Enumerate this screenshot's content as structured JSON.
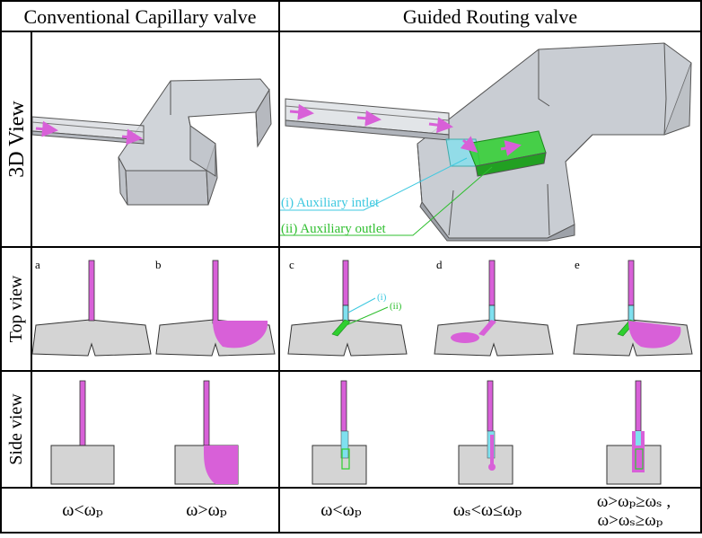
{
  "headers": {
    "left": "Conventional Capillary valve",
    "right": "Guided Routing valve"
  },
  "row_labels": {
    "view3d": "3D View",
    "top": "Top view",
    "side": "Side view"
  },
  "annotations": {
    "aux_inlet": "(i) Auxiliary intlet",
    "aux_outlet": "(ii) Auxiliary outlet",
    "small_i": "(i)",
    "small_ii": "(ii)"
  },
  "panel_letters": [
    "a",
    "b",
    "c",
    "d",
    "e"
  ],
  "conditions": {
    "a": "ω<ωₚ",
    "b": "ω>ωₚ",
    "c": "ω<ωₚ",
    "d": "ωₛ<ω≤ωₚ",
    "e1": "ω>ωₚ≥ωₛ ,",
    "e2": "ω>ωₛ≥ωₚ"
  },
  "colors": {
    "fluid": "#d860d8",
    "chamber": "#d4d4d4",
    "inlet": "#7fe0ef",
    "outlet": "#2fcf2f",
    "aux_inlet_text": "#3fc9e0",
    "aux_outlet_text": "#2fbf2f"
  }
}
